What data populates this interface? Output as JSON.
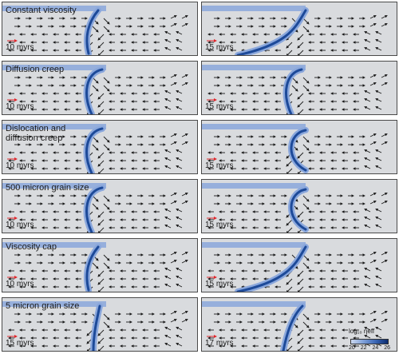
{
  "panels": [
    {
      "title": "Constant viscosity",
      "time": "10 myrs"
    },
    {
      "title": "",
      "time": "15 myrs"
    },
    {
      "title": "Diffusion creep",
      "time": "10 myrs"
    },
    {
      "title": "",
      "time": "15 myrs"
    },
    {
      "title": "Dislocation and\ndiffusion creep",
      "time": "10 myrs"
    },
    {
      "title": "",
      "time": "15 myrs"
    },
    {
      "title": "500 micron grain size",
      "time": "10 myrs"
    },
    {
      "title": "",
      "time": "15 myrs"
    },
    {
      "title": "Viscosity cap",
      "time": "10 myrs"
    },
    {
      "title": "",
      "time": "15 myrs"
    },
    {
      "title": "5 micron grain size",
      "time": "15 myrs"
    },
    {
      "title": "",
      "time": "17 myrs"
    }
  ],
  "legend": {
    "title": "log₁₀ ηeff",
    "ticks": [
      "20",
      "22",
      "24",
      "26"
    ]
  },
  "colors": {
    "panel_bg": "#d9dbde",
    "plate_light": "#8aa7dc",
    "slab_dark": "#1d4a99",
    "arrow": "#1a1a1a",
    "reference_arrow": "#e0252a"
  }
}
